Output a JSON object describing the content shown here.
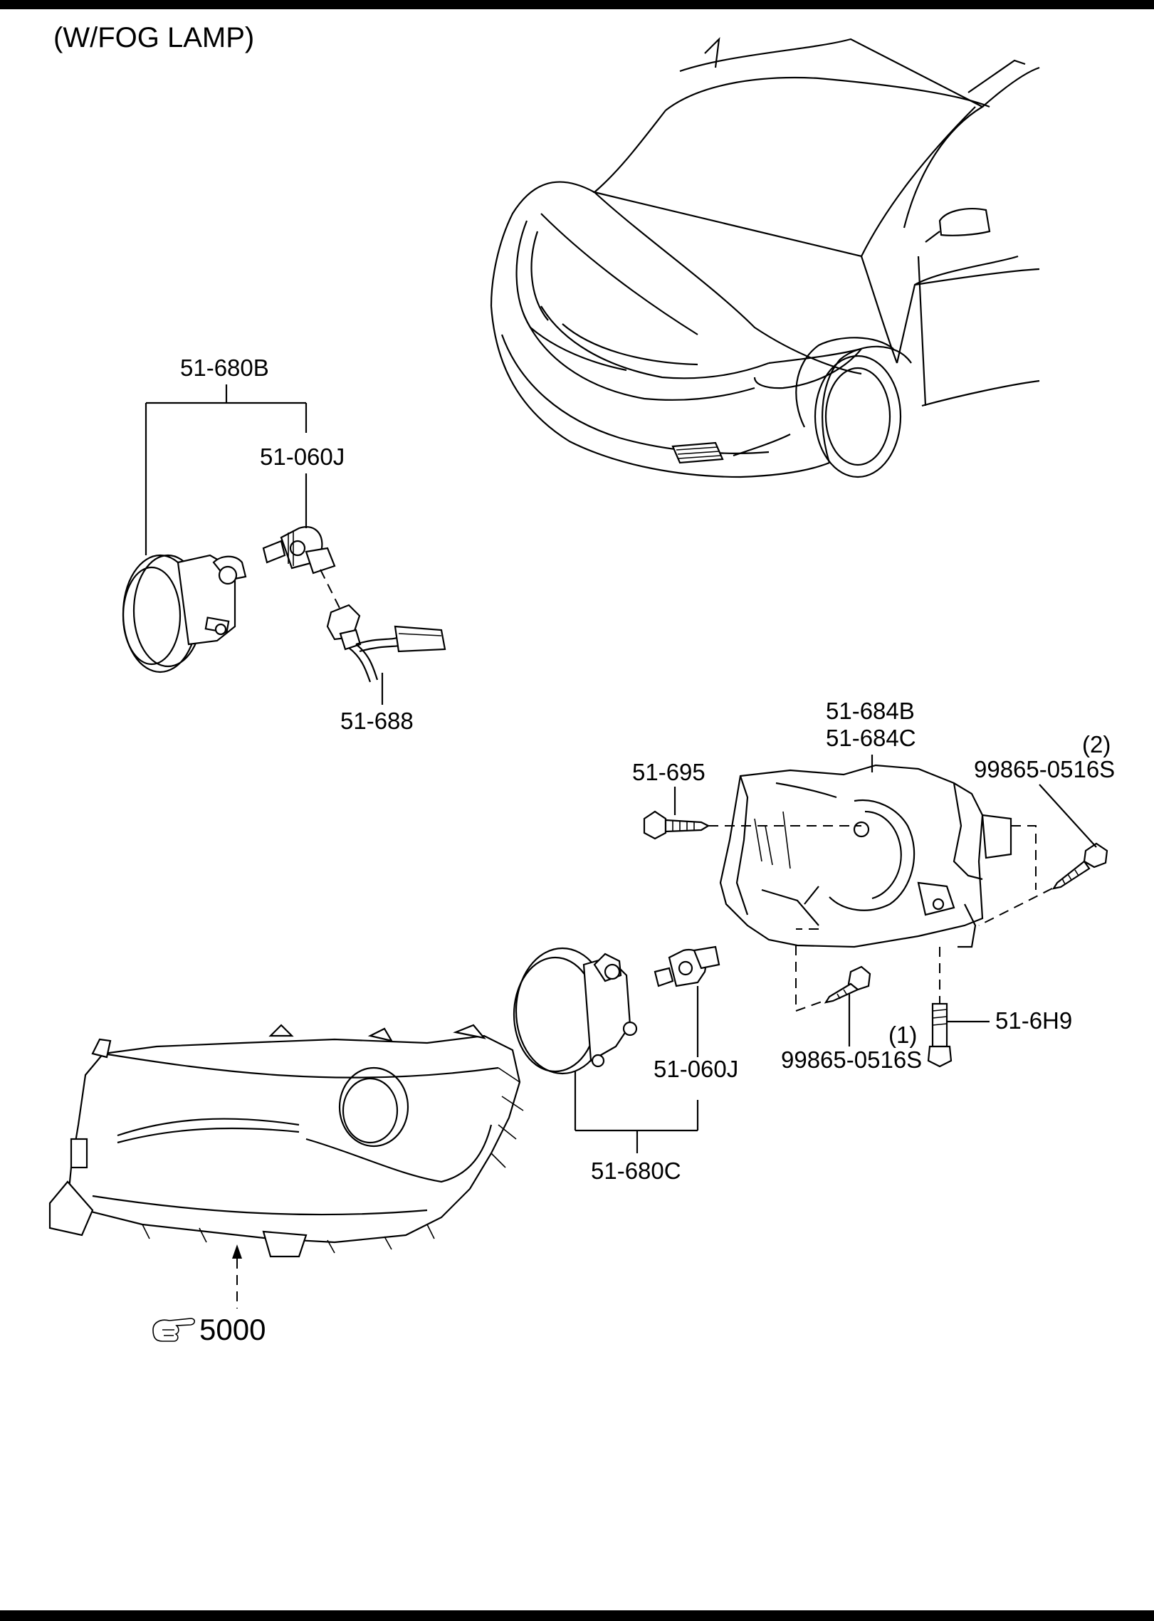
{
  "diagram": {
    "title": "(W/FOG LAMP)",
    "reference": {
      "number": "5000",
      "icon": "pointing-hand-icon"
    },
    "callouts": {
      "fog_lamp_assembly_left": "51-680B",
      "bulb_left": "51-060J",
      "socket_harness": "51-688",
      "bracket_line1": "51-684B",
      "bracket_line2": "51-684C",
      "screw_top": "51-695",
      "bolt_upper_qty": "(2)",
      "bolt_upper": "99865-0516S",
      "bolt_lower_qty": "(1)",
      "bolt_lower": "99865-0516S",
      "bolt_vertical": "51-6H9",
      "bulb_right": "51-060J",
      "fog_lamp_assembly_right": "51-680C"
    }
  }
}
